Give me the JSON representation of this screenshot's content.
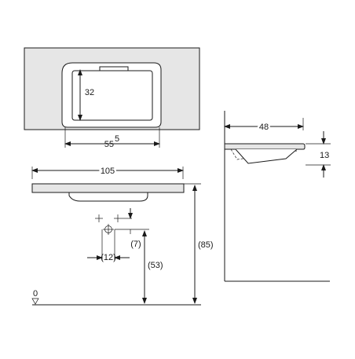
{
  "dimensions": {
    "top_depth": "32",
    "top_width_base": "55",
    "top_width_sup": "5",
    "front_width": "105",
    "front_height": "(85)",
    "drain_height": "(53)",
    "drain_spacing": "(12)",
    "drain_offset": "(7)",
    "floor_level": "0",
    "side_depth": "48",
    "side_thickness": "13"
  }
}
